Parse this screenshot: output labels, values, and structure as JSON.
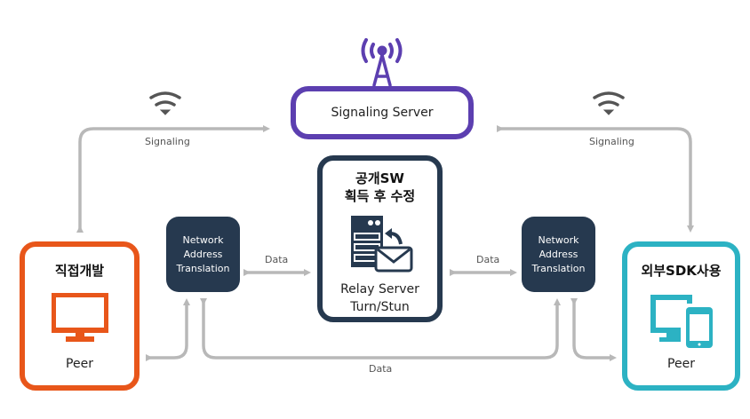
{
  "signaling_server": {
    "label": "Signaling Server",
    "icon": "radio-tower-icon",
    "color": "#5c3fb0"
  },
  "relay_server": {
    "title_line1": "공개SW",
    "title_line2": "획득 후 수정",
    "label_line1": "Relay Server",
    "label_line2": "Turn/Stun",
    "icon": "server-mail-icon",
    "color": "#26394f"
  },
  "peer_left": {
    "title": "직접개발",
    "label": "Peer",
    "icon": "desktop-monitor-icon",
    "color": "#e8561a"
  },
  "peer_right": {
    "title": "외부SDK사용",
    "label": "Peer",
    "icon": "desktop-mobile-icon",
    "color": "#2cb2c3"
  },
  "nat_left": {
    "line1": "Network",
    "line2": "Address",
    "line3": "Translation"
  },
  "nat_right": {
    "line1": "Network",
    "line2": "Address",
    "line3": "Translation"
  },
  "connections": {
    "signaling_left": "Signaling",
    "signaling_right": "Signaling",
    "data_left": "Data",
    "data_right": "Data",
    "data_bottom": "Data"
  },
  "colors": {
    "arrow": "#b8b8b8",
    "wifi": "#555555",
    "nat": "#26394f"
  }
}
